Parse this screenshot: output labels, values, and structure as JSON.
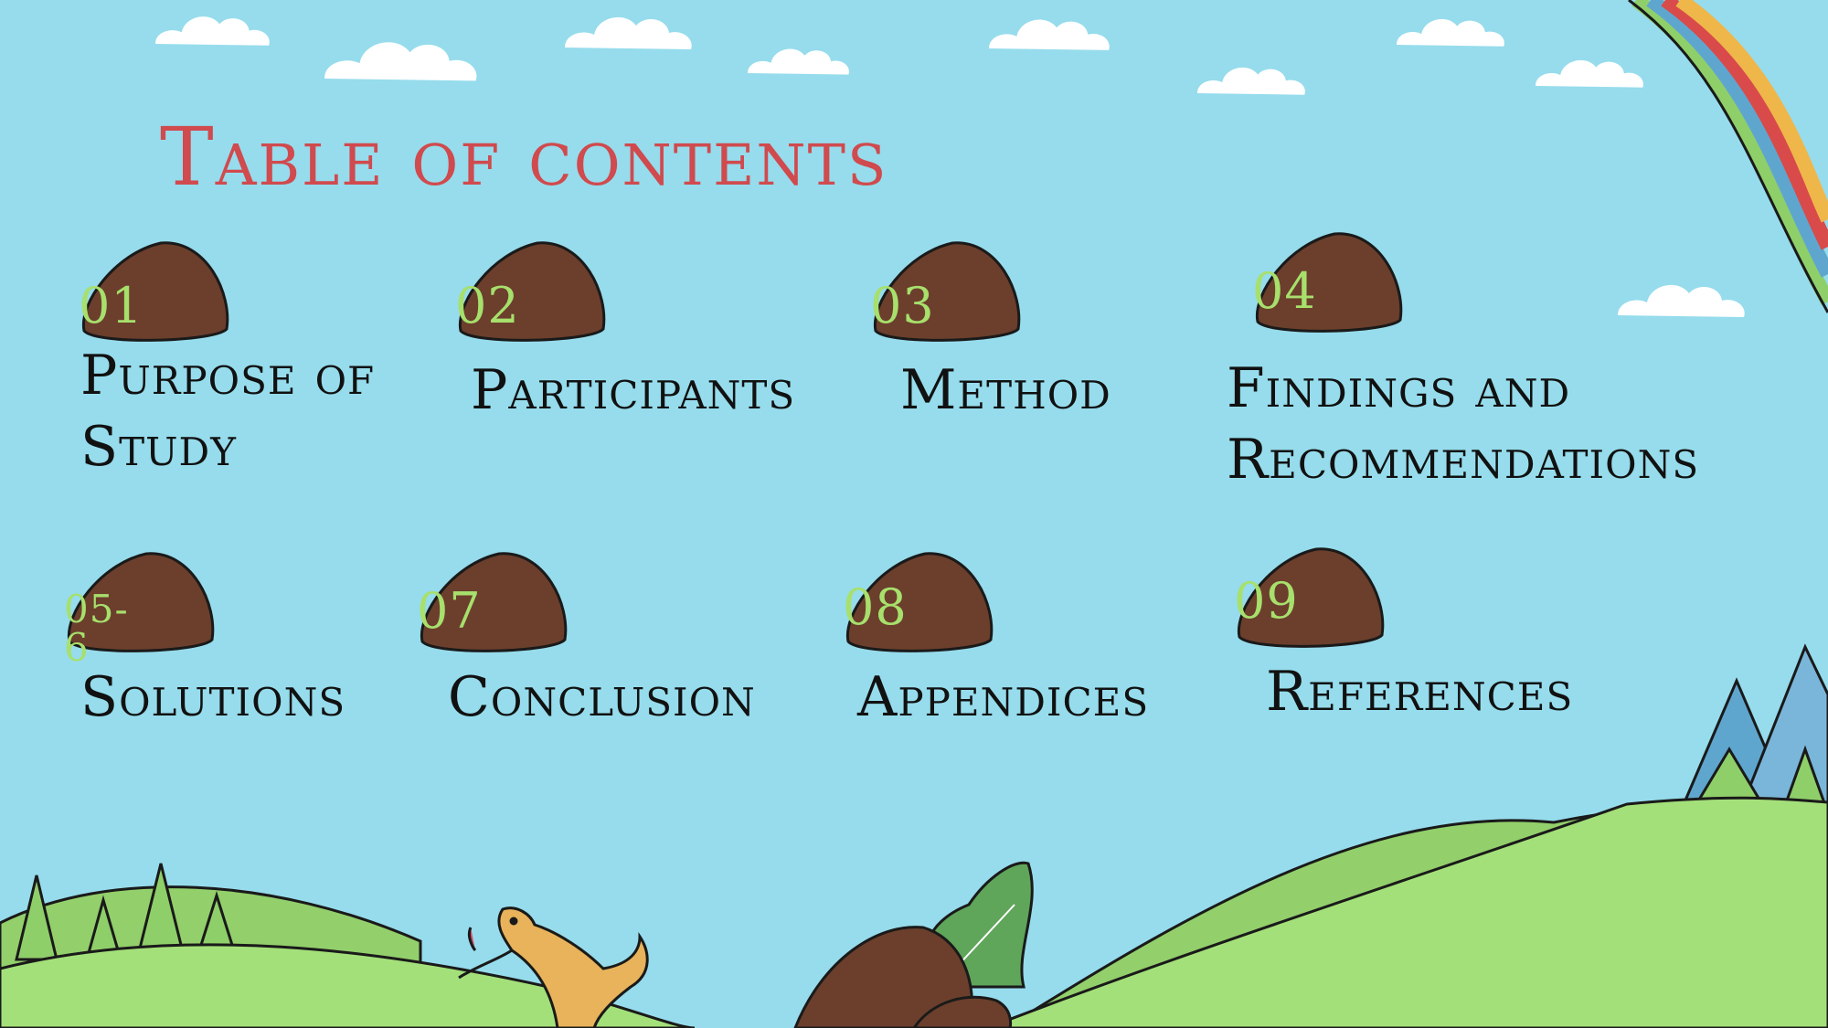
{
  "slide": {
    "title": "Table of contents",
    "items": [
      {
        "number": "01",
        "label": "Purpose of",
        "label2": "Study"
      },
      {
        "number": "02",
        "label": "Participants"
      },
      {
        "number": "03",
        "label": "Method"
      },
      {
        "number": "04",
        "label": "Findings and",
        "label2": "Recommendations"
      },
      {
        "number": "05-6",
        "label": "Solutions"
      },
      {
        "number": "07",
        "label": "Conclusion"
      },
      {
        "number": "08",
        "label": "Appendices"
      },
      {
        "number": "09",
        "label": "References"
      }
    ]
  },
  "colors": {
    "sky": "#96dcec",
    "title": "#d04a4e",
    "rock": "#6b3f2c",
    "number": "#a7e06c",
    "label": "#111111",
    "hill_light": "#a4e07a",
    "hill_mid": "#93cf6b",
    "mountain": "#5fa6cf",
    "dog": "#e8b35a"
  },
  "decorations": [
    "cloud-icon",
    "rainbow-icon",
    "mountain-icon",
    "tree-icon",
    "dog-icon",
    "boulder-icon",
    "leaf-plant-icon",
    "hills-icon"
  ]
}
